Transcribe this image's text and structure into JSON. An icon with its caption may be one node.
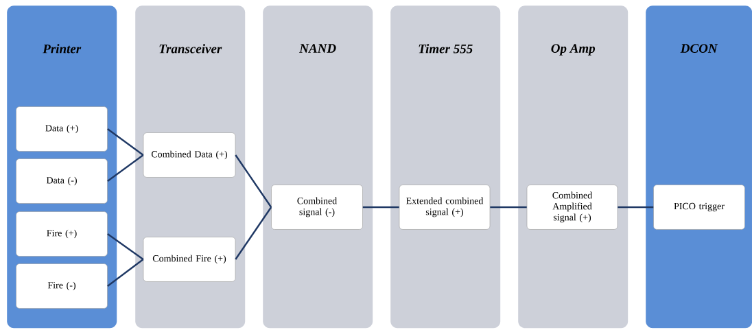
{
  "diagram": {
    "nodes": [
      {
        "text": [
          "Printer"
        ]
      },
      {
        "text": [
          "Transceiver"
        ]
      },
      {
        "text": [
          "NAND"
        ]
      },
      {
        "text": [
          "Timer 555"
        ]
      },
      {
        "text": [
          "Op Amp"
        ]
      },
      {
        "text": [
          "DCON"
        ]
      },
      {
        "text": [
          "Data (+)"
        ],
        "in": 0
      },
      {
        "text": [
          "Data (-)"
        ],
        "in": 0
      },
      {
        "text": [
          "Fire (+)"
        ],
        "in": 0
      },
      {
        "text": [
          "Fire (-)"
        ],
        "in": 0
      },
      {
        "text": [
          "Combined Data (+)"
        ],
        "in": 1
      },
      {
        "text": [
          "Combined Fire (+)"
        ],
        "in": 1
      },
      {
        "text": [
          "Combined signal (-)"
        ],
        "in": 2
      },
      {
        "text": [
          "Extended combined signal (+)"
        ],
        "in": 3
      },
      {
        "text": [
          "Combined Amplified signal (+)"
        ],
        "in": 4
      },
      {
        "text": [
          "PICO trigger"
        ],
        "in": 5
      }
    ],
    "edges": [
      {
        "from": 6,
        "to": 10,
        "arrow": "none"
      },
      {
        "from": 7,
        "to": 10,
        "arrow": "none"
      },
      {
        "from": 8,
        "to": 11,
        "arrow": "none"
      },
      {
        "from": 9,
        "to": 11,
        "arrow": "none"
      },
      {
        "from": 10,
        "to": 12,
        "arrow": "none"
      },
      {
        "from": 11,
        "to": 12,
        "arrow": "none"
      },
      {
        "from": 12,
        "to": 13,
        "arrow": "none"
      },
      {
        "from": 13,
        "to": 14,
        "arrow": "none"
      },
      {
        "from": 14,
        "to": 15,
        "arrow": "none"
      }
    ]
  }
}
